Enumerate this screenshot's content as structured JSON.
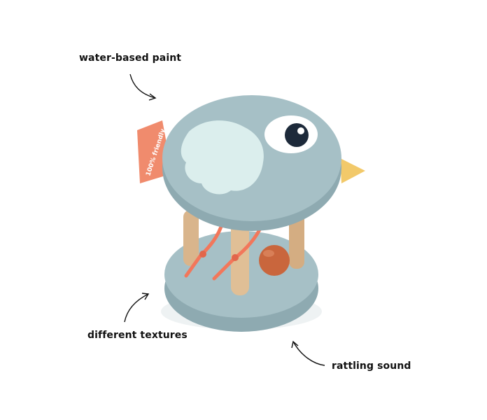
{
  "callouts": {
    "paint": "water-based paint",
    "textures": "different textures",
    "sound": "rattling sound"
  },
  "tag": {
    "text": "100% friendly"
  },
  "colors": {
    "body": "#a6c0c6",
    "body_dark": "#8eaab1",
    "wing": "#dbeeed",
    "eye_white": "#ffffff",
    "pupil": "#1d2a3a",
    "beak": "#f2c96a",
    "tag": "#f08b6d",
    "string": "#f2775b",
    "wood": "#d9b58c",
    "ball": "#c9663d"
  }
}
